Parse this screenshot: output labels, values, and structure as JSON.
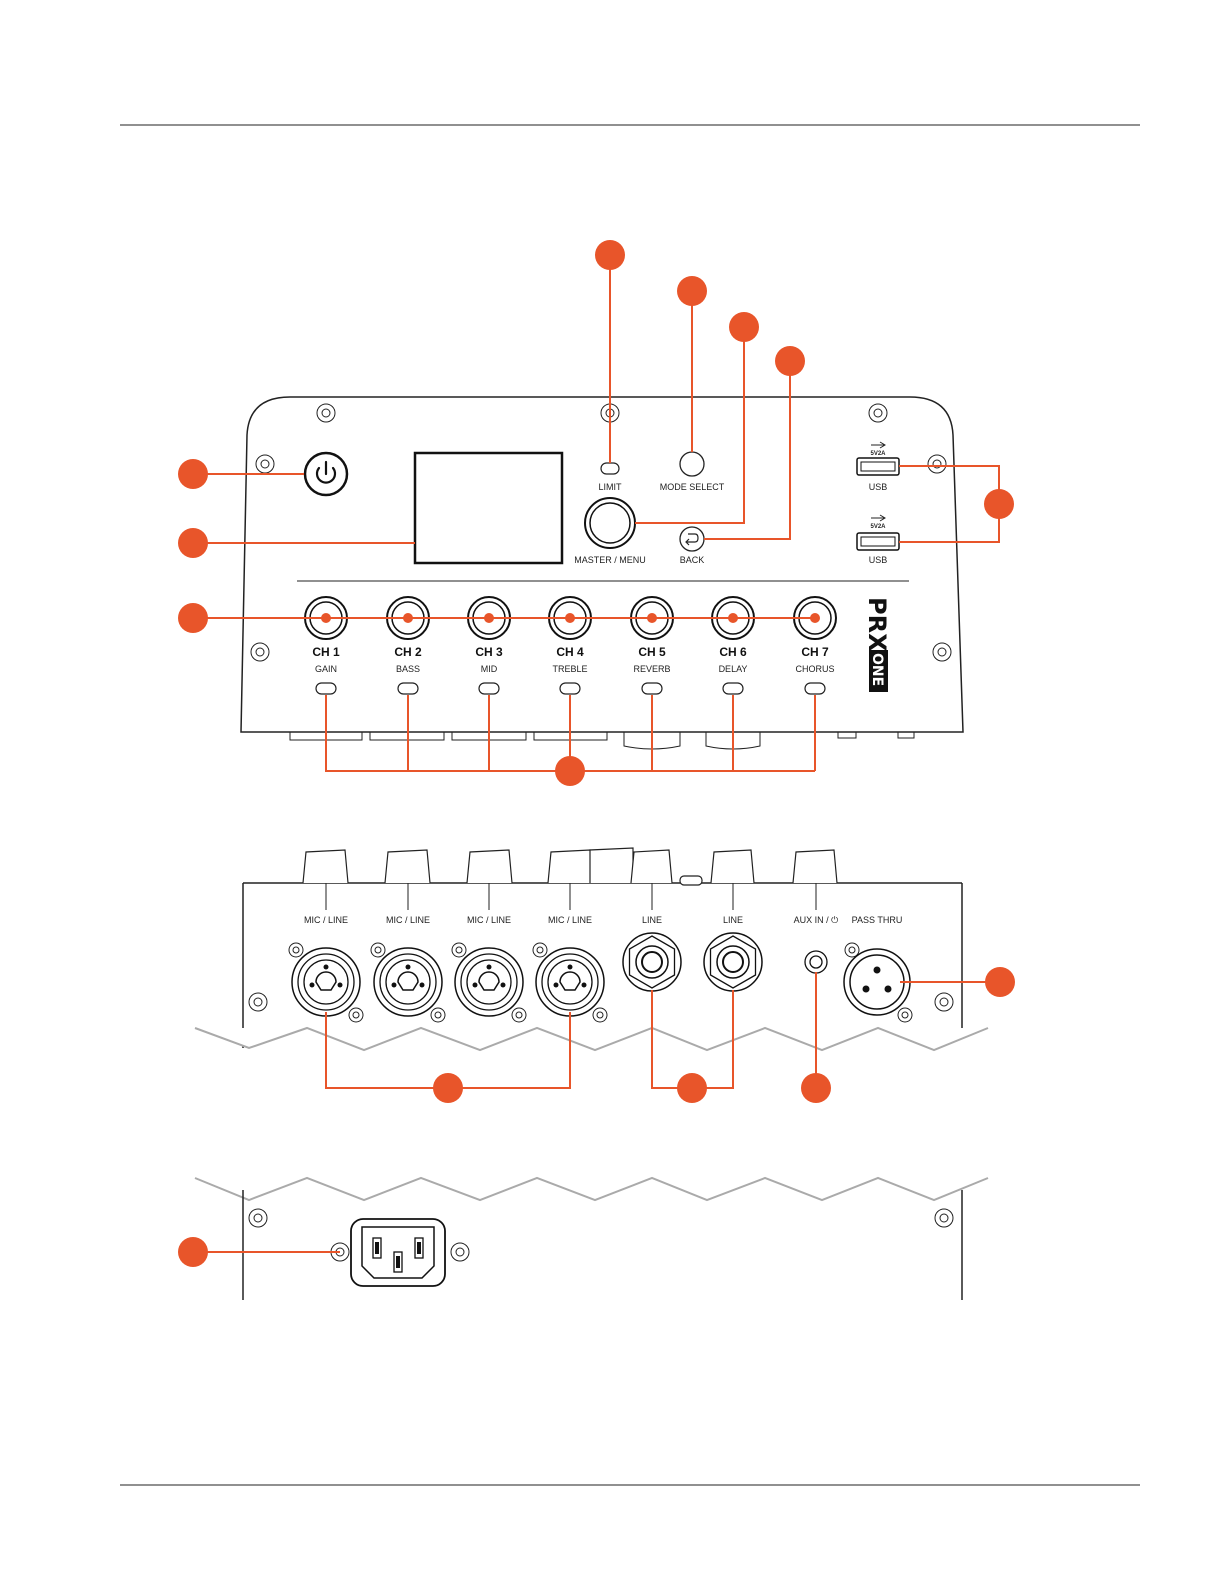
{
  "colors": {
    "accent": "#E8552A",
    "ink": "#222222"
  },
  "brand": {
    "logo_text": "PRX",
    "logo_sub": "ONE"
  },
  "top_panel": {
    "limit_label": "LIMIT",
    "mode_select_label": "MODE SELECT",
    "master_menu_label": "MASTER / MENU",
    "back_label": "BACK",
    "usb_label": "USB",
    "usb_rating": "5V2A",
    "channels": [
      {
        "name": "CH 1",
        "func": "GAIN"
      },
      {
        "name": "CH 2",
        "func": "BASS"
      },
      {
        "name": "CH 3",
        "func": "MID"
      },
      {
        "name": "CH 4",
        "func": "TREBLE"
      },
      {
        "name": "CH 5",
        "func": "REVERB"
      },
      {
        "name": "CH 6",
        "func": "DELAY"
      },
      {
        "name": "CH 7",
        "func": "CHORUS"
      }
    ]
  },
  "bottom_panel": {
    "inputs": [
      "MIC / LINE",
      "MIC / LINE",
      "MIC / LINE",
      "MIC / LINE",
      "LINE",
      "LINE",
      "AUX IN / ⏻"
    ],
    "pass_thru_label": "PASS THRU"
  },
  "icons": [
    "power-icon",
    "back-arrow-icon",
    "usb-icon",
    "iec-power-inlet-icon"
  ]
}
